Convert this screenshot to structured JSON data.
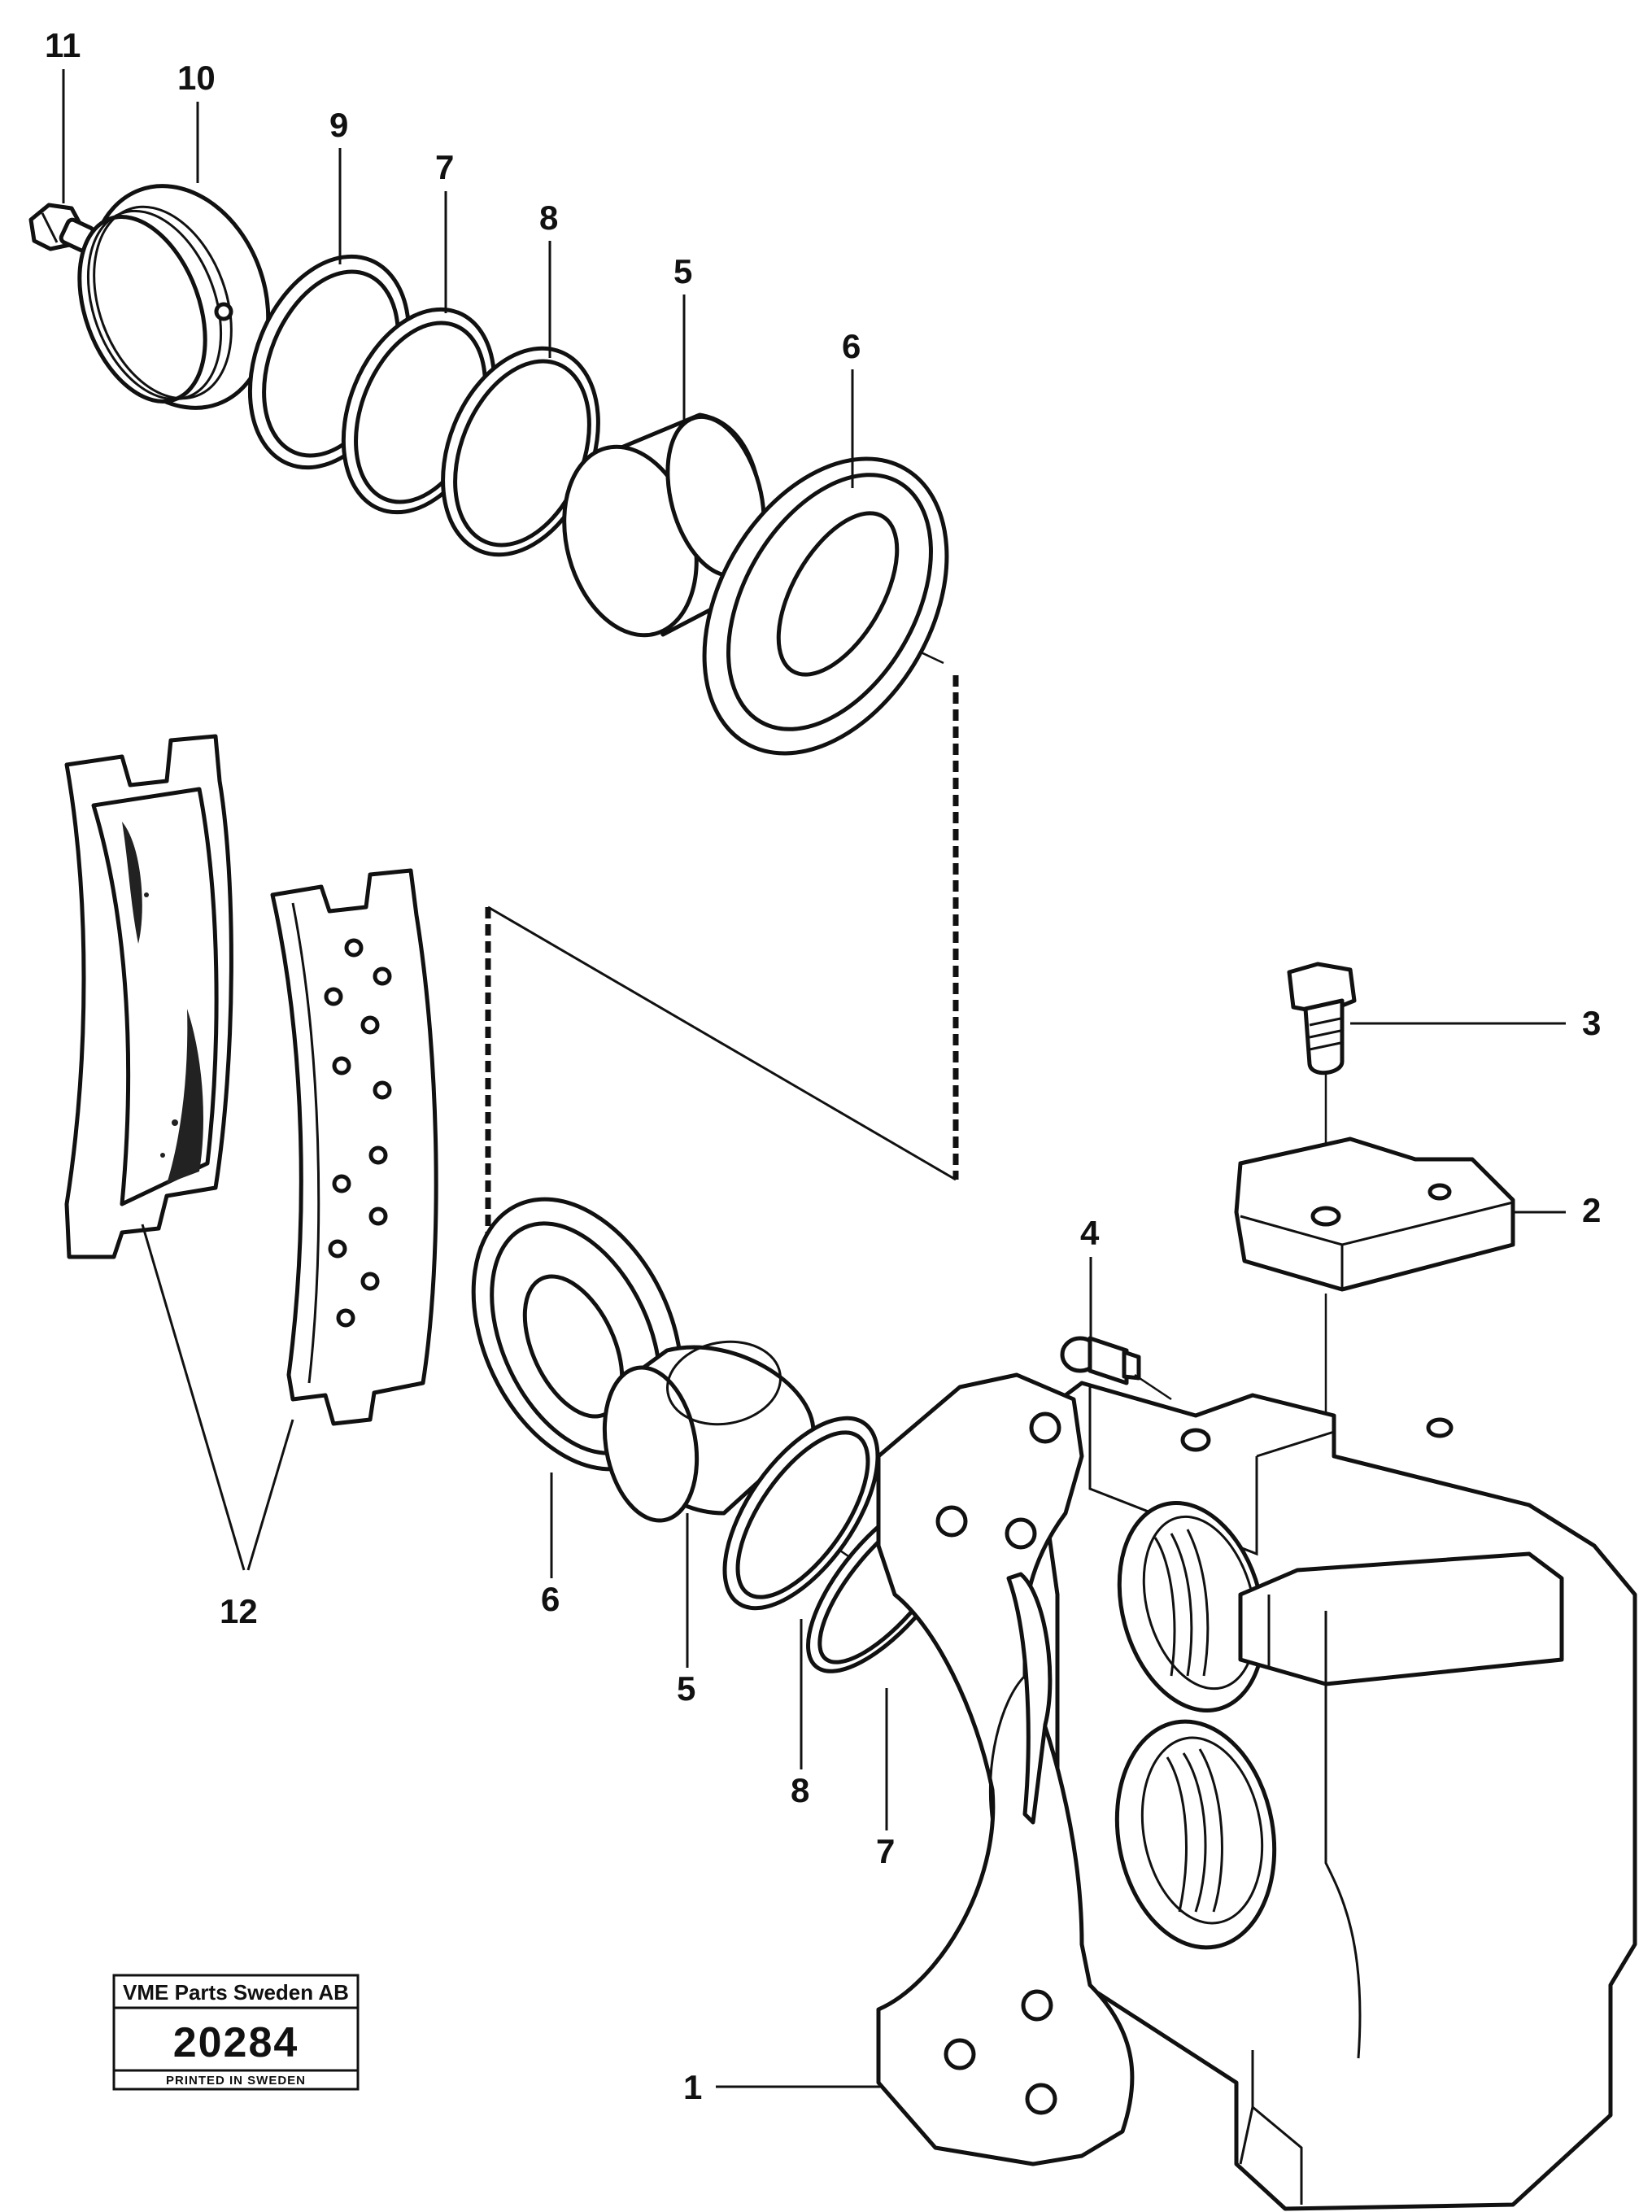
{
  "callouts": {
    "c11": "11",
    "c10": "10",
    "c9": "9",
    "c7_top": "7",
    "c8_top": "8",
    "c5_top": "5",
    "c6_top": "6",
    "c3": "3",
    "c2": "2",
    "c4": "4",
    "c12": "12",
    "c6_bottom": "6",
    "c5_bottom": "5",
    "c8_bottom": "8",
    "c7_bottom": "7",
    "c1": "1"
  },
  "stamp": {
    "company": "VME Parts Sweden AB",
    "number": "20284",
    "printed": "PRINTED IN SWEDEN"
  }
}
